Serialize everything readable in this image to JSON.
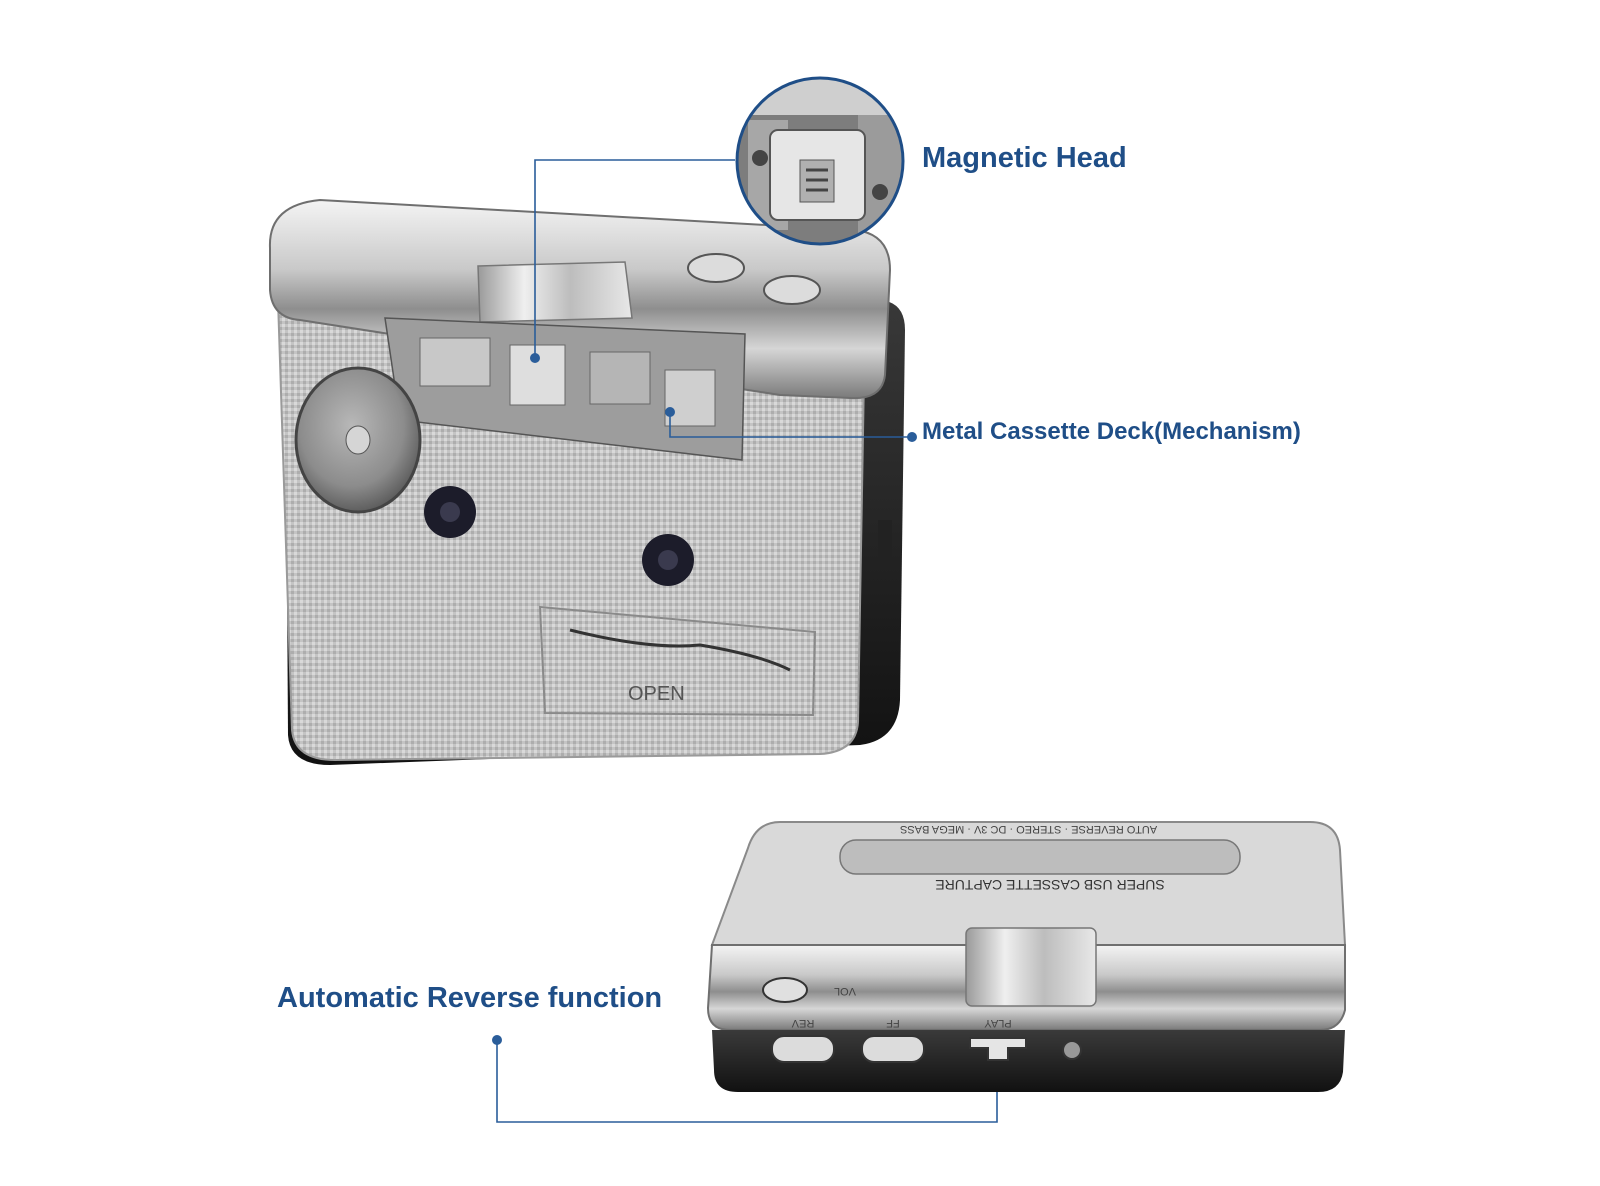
{
  "callouts": {
    "magnetic_head": "Magnetic Head",
    "cassette_deck": "Metal Cassette Deck(Mechanism)",
    "auto_reverse": "Automatic Reverse function"
  },
  "device": {
    "door_label": "OPEN",
    "top_caption": "SUPER USB CASSETTE CAPTURE",
    "top_fineprint": "AUTO REVERSE · STEREO · DC 3V · MEGA BASS",
    "button_labels": [
      "REV",
      "FF",
      "PLAY",
      "VOL"
    ]
  },
  "colors": {
    "callout_text": "#1f4e87",
    "callout_line": "#2a5d9a",
    "background": "#ffffff"
  }
}
